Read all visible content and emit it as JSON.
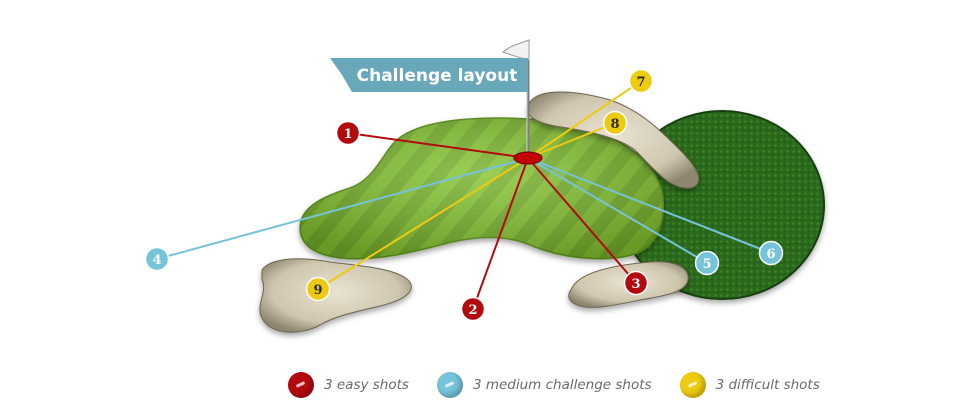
{
  "banner": {
    "title": "Challenge layout",
    "color": "#69a7bb"
  },
  "colors": {
    "easy": "#b30a0f",
    "medium": "#76c3da",
    "difficult": "#eccb10",
    "green": "#7fbf2f",
    "rough": "#2f6f1f",
    "sand": "#d8d0bb",
    "hole": "#c40000"
  },
  "shots": [
    {
      "num": "1",
      "level": "easy"
    },
    {
      "num": "2",
      "level": "easy"
    },
    {
      "num": "3",
      "level": "easy"
    },
    {
      "num": "4",
      "level": "medium"
    },
    {
      "num": "5",
      "level": "medium"
    },
    {
      "num": "6",
      "level": "medium"
    },
    {
      "num": "7",
      "level": "difficult"
    },
    {
      "num": "8",
      "level": "difficult"
    },
    {
      "num": "9",
      "level": "difficult"
    }
  ],
  "legend": [
    {
      "level": "easy",
      "label": "3 easy shots"
    },
    {
      "level": "medium",
      "label": "3 medium challenge shots"
    },
    {
      "level": "difficult",
      "label": "3 difficult shots"
    }
  ],
  "icons": [
    "flag-icon",
    "hole-icon"
  ]
}
